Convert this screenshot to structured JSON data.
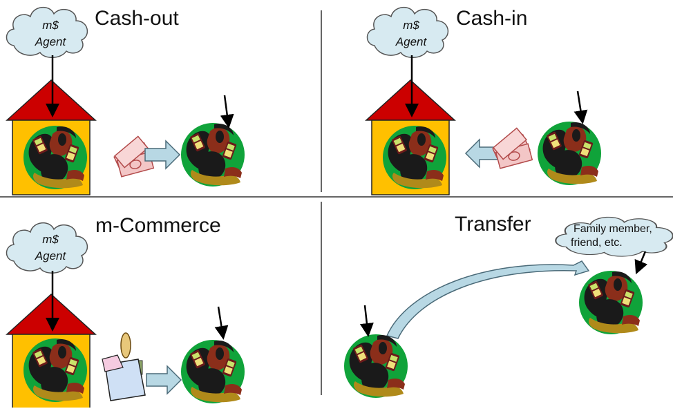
{
  "panels": {
    "cash_out": {
      "title": "Cash-out",
      "agent_label_1": "m$",
      "agent_label_2": "Agent"
    },
    "cash_in": {
      "title": "Cash-in",
      "agent_label_1": "m$",
      "agent_label_2": "Agent"
    },
    "m_commerce": {
      "title": "m-Commerce",
      "agent_label_1": "m$",
      "agent_label_2": "Agent"
    },
    "transfer": {
      "title": "Transfer",
      "recipient_label_1": "Family member,",
      "recipient_label_2": "friend, etc."
    }
  },
  "colors": {
    "cloud_fill": "#d7eaf1",
    "roof": "#cc0000",
    "house_wall": "#ffc000",
    "person_circle": "#10a33a",
    "arrow_fill": "#b8d8e4",
    "divider": "#333333"
  },
  "icons": [
    "cloud-icon",
    "house-icon",
    "person-on-phone-icon",
    "money-icon",
    "shopping-bag-icon",
    "block-arrow-icon",
    "curved-arrow-icon"
  ]
}
